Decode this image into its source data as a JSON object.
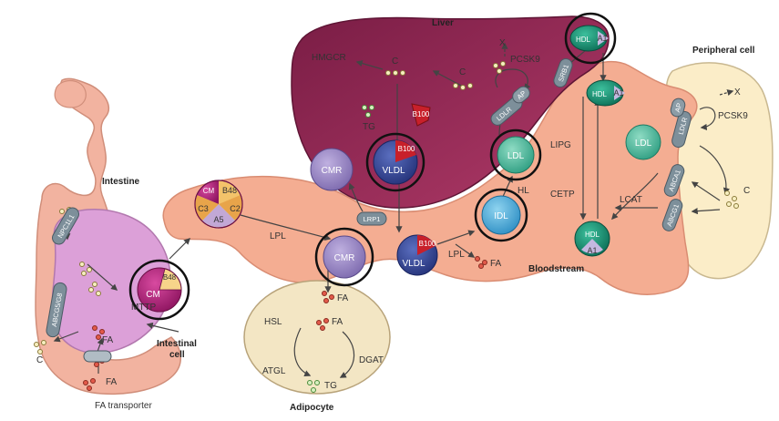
{
  "regions": {
    "liver": "Liver",
    "intestine": "Intestine",
    "intestinal_cell": "Intestinal\ncell",
    "bloodstream": "Bloodstream",
    "adipocyte": "Adipocyte",
    "peripheral_cell": "Peripheral cell"
  },
  "particles": {
    "cm": "CM",
    "cmr": "CMR",
    "vldl": "VLDL",
    "idl": "IDL",
    "ldl": "LDL",
    "hdl": "HDL"
  },
  "apos": {
    "b48": "B48",
    "b100": "B100",
    "a1": "A1",
    "c2": "C2",
    "c3": "C3",
    "a5": "A5",
    "ap": "AP"
  },
  "receptors": {
    "npc1l1": "NPC1L1",
    "abcg5g8": "ABCG5/G8",
    "lrp1": "LRP1",
    "ldlr": "LDLR",
    "srb1": "SRB1",
    "abca1": "ABCA1",
    "abcg1": "ABCG1"
  },
  "molecules": {
    "c": "C",
    "tg": "TG",
    "fa": "FA",
    "x": "X"
  },
  "enzymes": {
    "hmgcr": "HMGCR",
    "pcsk9": "PCSK9",
    "mttp": "MTTP",
    "lpl": "LPL",
    "hl": "HL",
    "lipg": "LIPG",
    "cetp": "CETP",
    "lcat": "LCAT",
    "hsl": "HSL",
    "atgl": "ATGL",
    "dgat": "DGAT"
  },
  "fa_transporter": "FA transporter",
  "colors": {
    "intestine": "#f2b3a0",
    "intestinal_cell": "#dca0d8",
    "liver": "#8f2350",
    "bloodstream": "#f4ad92",
    "adipocyte": "#f3e6c4",
    "peripheral_cell": "#fbedc8",
    "cm": "#b8207c",
    "cmr": "#9b86c8",
    "vldl": "#3c4fa0",
    "idl": "#44a6d6",
    "ldl": "#52c0a3",
    "hdl": "#1d9a7c",
    "receptor": "#7d8f9a"
  }
}
